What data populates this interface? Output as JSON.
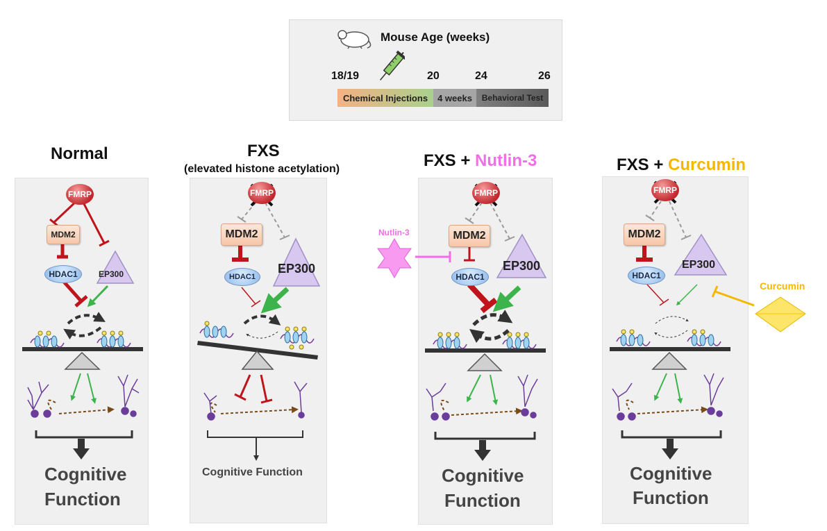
{
  "timeline": {
    "title": "Mouse Age (weeks)",
    "ages": [
      "18/19",
      "20",
      "24",
      "26"
    ],
    "segments": [
      "Chemical Injections",
      "4 weeks",
      "Behavioral Test"
    ]
  },
  "panels": [
    {
      "title": "Normal",
      "fmrp": "FMRP",
      "mdm2": "MDM2",
      "hdac1": "HDAC1",
      "ep300": "EP300",
      "outcome_line1": "Cognitive",
      "outcome_line2": "Function"
    },
    {
      "title": "FXS",
      "subtitle": "(elevated histone acetylation)",
      "fmrp": "FMRP",
      "mdm2": "MDM2",
      "hdac1": "HDAC1",
      "ep300": "EP300",
      "outcome": "Cognitive Function"
    },
    {
      "title_prefix": "FXS + ",
      "title_drug": "Nutlin-3",
      "fmrp": "FMRP",
      "mdm2": "MDM2",
      "hdac1": "HDAC1",
      "ep300": "EP300",
      "outcome_line1": "Cognitive",
      "outcome_line2": "Function"
    },
    {
      "title_prefix": "FXS + ",
      "title_drug": "Curcumin",
      "fmrp": "FMRP",
      "mdm2": "MDM2",
      "hdac1": "HDAC1",
      "ep300": "EP300",
      "outcome_line1": "Cognitive",
      "outcome_line2": "Function"
    }
  ],
  "drugs": {
    "nutlin": "Nutlin-3",
    "curcumin": "Curcumin"
  },
  "colors": {
    "nutlin": "#f26ee8",
    "curcumin": "#f5b700",
    "inhibit": "#c0141c",
    "activate": "#3cb44b",
    "panel": "#f0f0f0"
  }
}
